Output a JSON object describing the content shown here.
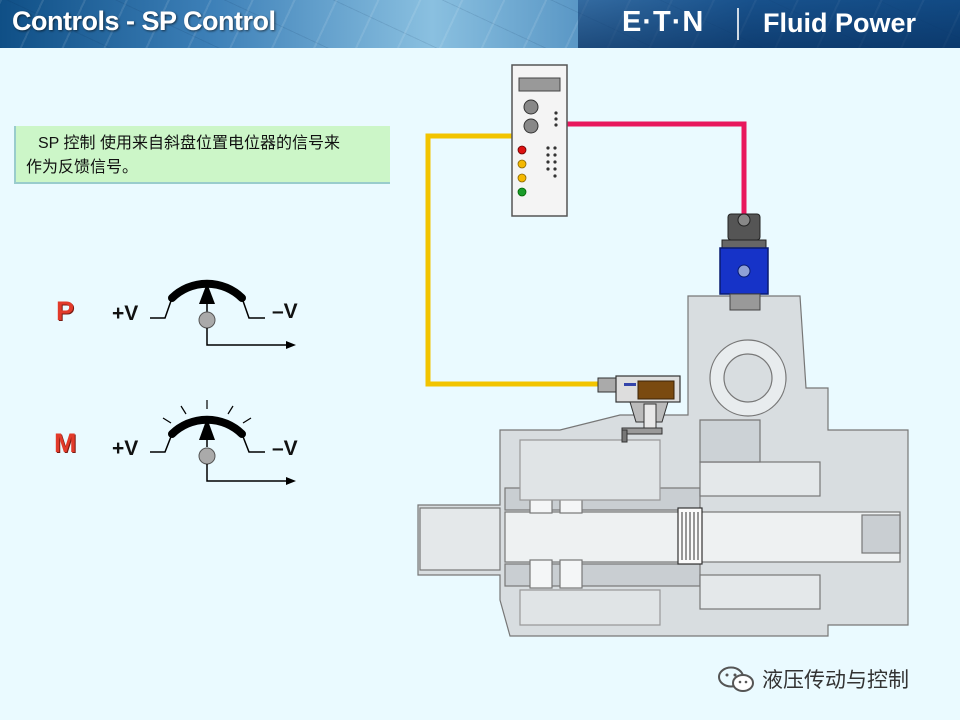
{
  "header": {
    "title": "Controls - SP Control",
    "brand": "E·T·N",
    "product": "Fluid Power"
  },
  "note": {
    "line1": "SP 控制 使用来自斜盘位置电位器的信号来",
    "line2": "作为反馈信号。"
  },
  "gauges": [
    {
      "letter": "P",
      "left_label": "+V",
      "right_label": "–V"
    },
    {
      "letter": "M",
      "left_label": "+V",
      "right_label": "–V"
    }
  ],
  "wires": {
    "feedback_color": "#f2c400",
    "command_color": "#e8175d"
  },
  "footer": {
    "text": "液压传动与控制"
  }
}
